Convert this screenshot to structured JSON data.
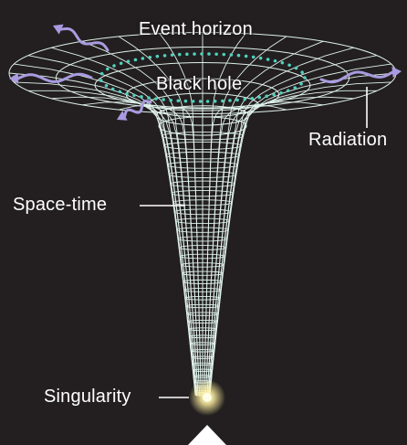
{
  "labels": {
    "event_horizon": "Event horizon",
    "black_hole": "Black hole",
    "radiation": "Radiation",
    "space_time": "Space-time",
    "singularity": "Singularity"
  },
  "colors": {
    "background": "#231f20",
    "grid": "#dff1ea",
    "event_horizon": "#4fd1bd",
    "radiation": "#a99be0",
    "text": "#ffffff",
    "singularity_glow": "#fff6b0"
  }
}
